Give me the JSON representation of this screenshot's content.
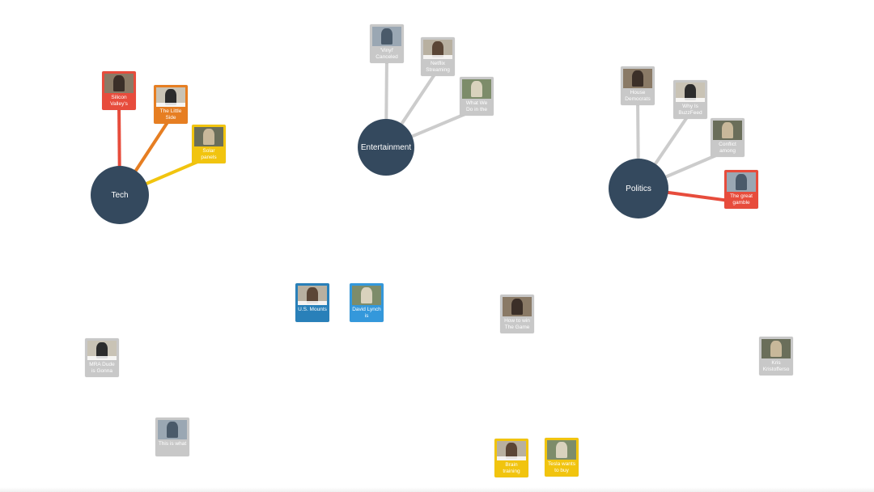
{
  "colors": {
    "hub": "#34495e",
    "edge_default": "#cccccc",
    "gray": "#c8c8c8",
    "red": "#e74c3c",
    "orange": "#e67e22",
    "yellow": "#f1c40f",
    "blue": "#3498db",
    "dark_blue": "#2980b9"
  },
  "hubs": [
    {
      "id": "tech",
      "label": "Tech"
    },
    {
      "id": "entertainment",
      "label": "Entertainment"
    },
    {
      "id": "politics",
      "label": "Politics"
    }
  ],
  "stories": [
    {
      "id": "s1",
      "label": "Silicon Valley's",
      "color": "red",
      "hub": "tech",
      "icon": "food-photo-thumbnail"
    },
    {
      "id": "s2",
      "label": "The Little Side",
      "color": "orange",
      "hub": "tech",
      "icon": "portrait-thumbnail"
    },
    {
      "id": "s3",
      "label": "Solar panels",
      "color": "yellow",
      "hub": "tech",
      "icon": "solar-panel-thumbnail"
    },
    {
      "id": "s4",
      "label": "'Vinyl' Canceled",
      "color": "gray",
      "hub": "entertainment",
      "icon": "scene-thumbnail"
    },
    {
      "id": "s5",
      "label": "Netflix Streaming",
      "color": "gray",
      "hub": "entertainment",
      "icon": "article-thumbnail"
    },
    {
      "id": "s6",
      "label": "What We Do in the",
      "color": "gray",
      "hub": "entertainment",
      "icon": "group-thumbnail"
    },
    {
      "id": "s7",
      "label": "House Democrats",
      "color": "gray",
      "hub": "politics",
      "icon": "crowd-thumbnail"
    },
    {
      "id": "s8",
      "label": "Why Is BuzzFeed",
      "color": "gray",
      "hub": "politics",
      "icon": "headline-thumbnail"
    },
    {
      "id": "s9",
      "label": "Conflict among",
      "color": "gray",
      "hub": "politics",
      "icon": "group-thumbnail"
    },
    {
      "id": "s10",
      "label": "The great gamble",
      "color": "red",
      "hub": "politics",
      "icon": "chart-thumbnail"
    },
    {
      "id": "s11",
      "label": "U.S. Mounts",
      "color": "dark_blue",
      "hub": null,
      "icon": "sea-thumbnail"
    },
    {
      "id": "s12",
      "label": "David Lynch is",
      "color": "blue",
      "hub": null,
      "icon": "portrait-thumbnail"
    },
    {
      "id": "s13",
      "label": "How to win The Game",
      "color": "gray",
      "hub": null,
      "icon": "portrait-thumbnail"
    },
    {
      "id": "s14",
      "label": "MRA Dude is Gonna",
      "color": "gray",
      "hub": null,
      "icon": "person-thumbnail"
    },
    {
      "id": "s15",
      "label": "Kris Kristofferso",
      "color": "gray",
      "hub": null,
      "icon": "person-thumbnail"
    },
    {
      "id": "s16",
      "label": "This is what",
      "color": "gray",
      "hub": null,
      "icon": "portrait-thumbnail"
    },
    {
      "id": "s17",
      "label": "Brain training",
      "color": "yellow",
      "hub": null,
      "icon": "brain-thumbnail"
    },
    {
      "id": "s18",
      "label": "Tesla wants to buy",
      "color": "yellow",
      "hub": null,
      "icon": "car-thumbnail"
    }
  ]
}
